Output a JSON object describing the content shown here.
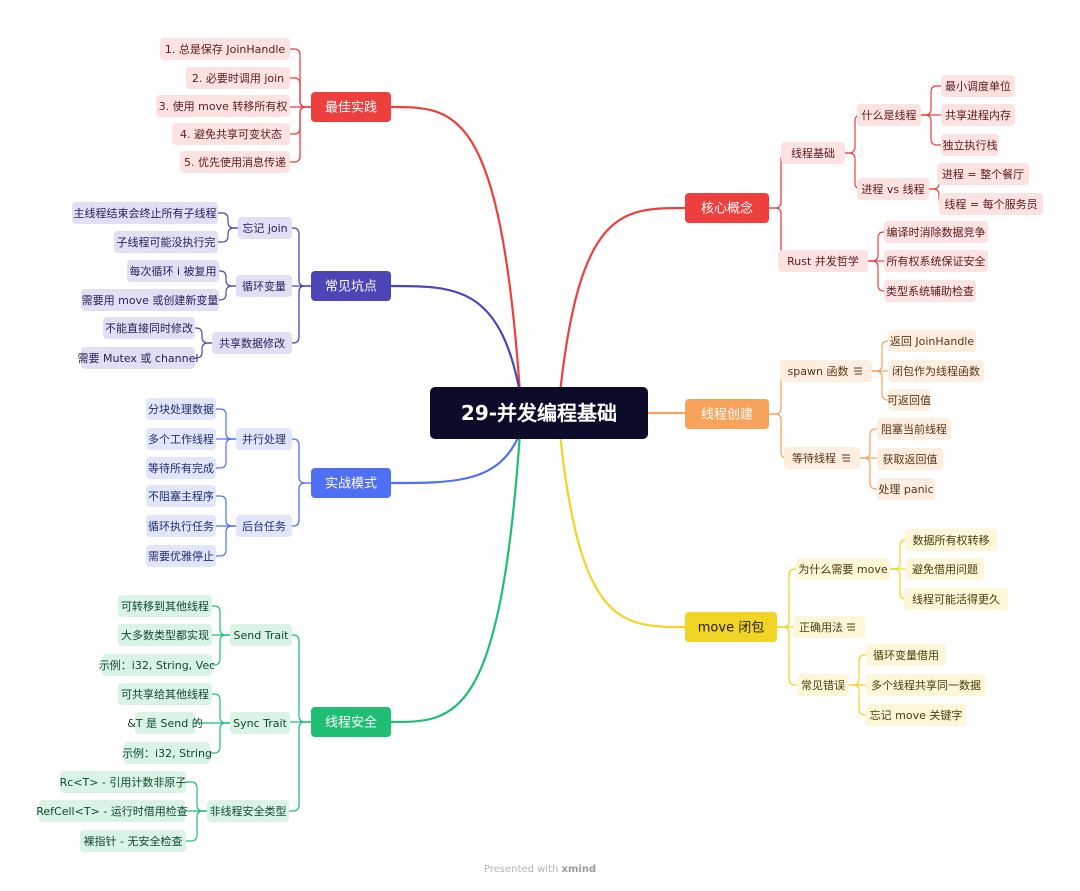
{
  "center": "29-并发编程基础",
  "footer": {
    "prefix": "Presented with",
    "brand": "xmind"
  },
  "branches": [
    {
      "id": "core",
      "label": "核心概念",
      "color": "#ee3f3f",
      "children": [
        {
          "label": "线程基础",
          "children": [
            {
              "label": "什么是线程",
              "children": [
                {
                  "label": "最小调度单位"
                },
                {
                  "label": "共享进程内存"
                },
                {
                  "label": "独立执行栈"
                }
              ]
            },
            {
              "label": "进程 vs 线程",
              "children": [
                {
                  "label": "进程 = 整个餐厅"
                },
                {
                  "label": "线程 = 每个服务员"
                }
              ]
            }
          ]
        },
        {
          "label": "Rust 并发哲学",
          "children": [
            {
              "label": "编译时消除数据竞争"
            },
            {
              "label": "所有权系统保证安全"
            },
            {
              "label": "类型系统辅助检查"
            }
          ]
        }
      ]
    },
    {
      "id": "create",
      "label": "线程创建",
      "color": "#f7a35c",
      "children": [
        {
          "label": "spawn 函数",
          "note": true,
          "children": [
            {
              "label": "返回 JoinHandle"
            },
            {
              "label": "闭包作为线程函数"
            },
            {
              "label": "可返回值"
            }
          ]
        },
        {
          "label": "等待线程",
          "note": true,
          "children": [
            {
              "label": "阻塞当前线程"
            },
            {
              "label": "获取返回值"
            },
            {
              "label": "处理 panic"
            }
          ]
        }
      ]
    },
    {
      "id": "move",
      "label": "move 闭包",
      "color": "#f2d424",
      "children": [
        {
          "label": "为什么需要 move",
          "children": [
            {
              "label": "数据所有权转移"
            },
            {
              "label": "避免借用问题"
            },
            {
              "label": "线程可能活得更久"
            }
          ]
        },
        {
          "label": "正确用法",
          "note": true,
          "children": []
        },
        {
          "label": "常见错误",
          "children": [
            {
              "label": "循环变量借用"
            },
            {
              "label": "多个线程共享同一数据"
            },
            {
              "label": "忘记 move 关键字"
            }
          ]
        }
      ]
    },
    {
      "id": "best",
      "label": "最佳实践",
      "color": "#ee3f3f",
      "children": [
        {
          "label": "1. 总是保存 JoinHandle"
        },
        {
          "label": "2. 必要时调用 join"
        },
        {
          "label": "3. 使用 move 转移所有权"
        },
        {
          "label": "4. 避免共享可变状态"
        },
        {
          "label": "5. 优先使用消息传递"
        }
      ]
    },
    {
      "id": "pitfalls",
      "label": "常见坑点",
      "color": "#4b45b8",
      "children": [
        {
          "label": "忘记 join",
          "children": [
            {
              "label": "主线程结束会终止所有子线程"
            },
            {
              "label": "子线程可能没执行完"
            }
          ]
        },
        {
          "label": "循环变量",
          "children": [
            {
              "label": "每次循环 i 被复用"
            },
            {
              "label": "需要用 move 或创建新变量"
            }
          ]
        },
        {
          "label": "共享数据修改",
          "children": [
            {
              "label": "不能直接同时修改"
            },
            {
              "label": "需要 Mutex 或 channel"
            }
          ]
        }
      ]
    },
    {
      "id": "patterns",
      "label": "实战模式",
      "color": "#4f6ff5",
      "children": [
        {
          "label": "并行处理",
          "children": [
            {
              "label": "分块处理数据"
            },
            {
              "label": "多个工作线程"
            },
            {
              "label": "等待所有完成"
            }
          ]
        },
        {
          "label": "后台任务",
          "children": [
            {
              "label": "不阻塞主程序"
            },
            {
              "label": "循环执行任务"
            },
            {
              "label": "需要优雅停止"
            }
          ]
        }
      ]
    },
    {
      "id": "safety",
      "label": "线程安全",
      "color": "#1fbf73",
      "children": [
        {
          "label": "Send Trait",
          "children": [
            {
              "label": "可转移到其他线程"
            },
            {
              "label": "大多数类型都实现"
            },
            {
              "label": "示例：i32, String, Vec"
            }
          ]
        },
        {
          "label": "Sync Trait",
          "children": [
            {
              "label": "可共享给其他线程"
            },
            {
              "label": "&T 是 Send 的"
            },
            {
              "label": "示例：i32, String"
            }
          ]
        },
        {
          "label": "非线程安全类型",
          "children": [
            {
              "label": "Rc<T> - 引用计数非原子"
            },
            {
              "label": "RefCell<T> - 运行时借用检查"
            },
            {
              "label": "裸指针 - 无安全检查"
            }
          ]
        }
      ]
    }
  ],
  "colors": {
    "center_bg": "#0d0b2a",
    "red_bg": "#fde2e2",
    "red_text": "#5a1a1a",
    "orange_bg": "#fdeee0",
    "orange_text": "#5a3417",
    "yellow_bg": "#fdf6d8",
    "yellow_text": "#4a3d07",
    "indigo_bg": "#e0dff3",
    "indigo_text": "#26235a",
    "blue_bg": "#e1e6fb",
    "blue_text": "#1f2d6b",
    "green_bg": "#d9f3e5",
    "green_text": "#0f4a2c"
  }
}
